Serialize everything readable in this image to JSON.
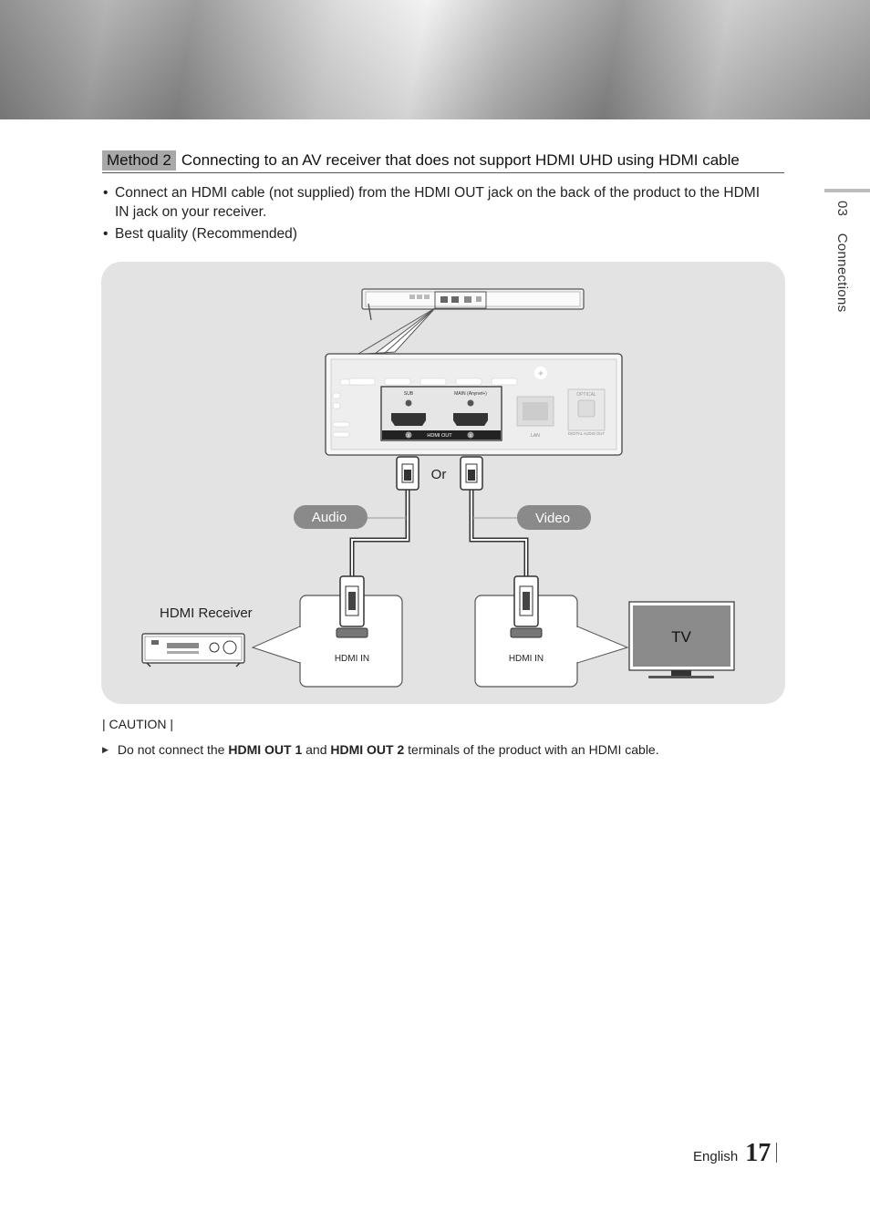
{
  "heading": {
    "method_tag": "Method 2",
    "title": "Connecting to an AV receiver that does not support HDMI UHD using HDMI cable"
  },
  "bullets": [
    "Connect an HDMI cable (not supplied) from the HDMI OUT jack on the back of the product to the HDMI IN jack on your receiver.",
    "Best quality (Recommended)"
  ],
  "side_tab": {
    "number": "03",
    "label": "Connections"
  },
  "diagram": {
    "port_labels": {
      "sub": "SUB",
      "main": "MAIN (Anynet+)",
      "hdmi_out": "HDMI OUT",
      "lan": "LAN",
      "optical": "OPTICAL",
      "digital_audio_out": "DIGITAL AUDIO OUT",
      "port2": "2",
      "port1": "1"
    },
    "or_label": "Or",
    "audio_label": "Audio",
    "video_label": "Video",
    "receiver_label": "HDMI Receiver",
    "hdmi_in_left": "HDMI IN",
    "hdmi_in_right": "HDMI IN",
    "tv_label": "TV"
  },
  "caution": {
    "label": "| CAUTION |",
    "text_before": "Do not connect the ",
    "bold1": "HDMI OUT 1",
    "text_mid": " and ",
    "bold2": "HDMI OUT 2",
    "text_after": " terminals of the product with an HDMI cable."
  },
  "footer": {
    "language": "English",
    "page_number": "17"
  }
}
